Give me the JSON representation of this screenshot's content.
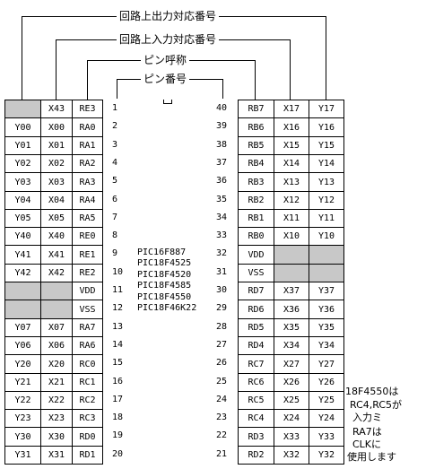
{
  "headers": {
    "circuit_output": "回路上出力対応番号",
    "circuit_input": "回路上入力対応番号",
    "pin_name": "ピン呼称",
    "pin_number": "ピン番号"
  },
  "chip_names": [
    "PIC16F887",
    "PIC18F4525",
    "PIC18F4520",
    "PIC18F4585",
    "PIC18F4550",
    "PIC18F46K22"
  ],
  "left_rows": [
    {
      "out": "",
      "inp": "X43",
      "name": "RE3",
      "pin": "1"
    },
    {
      "out": "Y00",
      "inp": "X00",
      "name": "RA0",
      "pin": "2"
    },
    {
      "out": "Y01",
      "inp": "X01",
      "name": "RA1",
      "pin": "3"
    },
    {
      "out": "Y02",
      "inp": "X02",
      "name": "RA2",
      "pin": "4"
    },
    {
      "out": "Y03",
      "inp": "X03",
      "name": "RA3",
      "pin": "5"
    },
    {
      "out": "Y04",
      "inp": "X04",
      "name": "RA4",
      "pin": "6"
    },
    {
      "out": "Y05",
      "inp": "X05",
      "name": "RA5",
      "pin": "7"
    },
    {
      "out": "Y40",
      "inp": "X40",
      "name": "RE0",
      "pin": "8"
    },
    {
      "out": "Y41",
      "inp": "X41",
      "name": "RE1",
      "pin": "9"
    },
    {
      "out": "Y42",
      "inp": "X42",
      "name": "RE2",
      "pin": "10"
    },
    {
      "out": "",
      "inp": "",
      "name": "VDD",
      "pin": "11"
    },
    {
      "out": "",
      "inp": "",
      "name": "VSS",
      "pin": "12"
    },
    {
      "out": "Y07",
      "inp": "X07",
      "name": "RA7",
      "pin": "13"
    },
    {
      "out": "Y06",
      "inp": "X06",
      "name": "RA6",
      "pin": "14"
    },
    {
      "out": "Y20",
      "inp": "X20",
      "name": "RC0",
      "pin": "15"
    },
    {
      "out": "Y21",
      "inp": "X21",
      "name": "RC1",
      "pin": "16"
    },
    {
      "out": "Y22",
      "inp": "X22",
      "name": "RC2",
      "pin": "17"
    },
    {
      "out": "Y23",
      "inp": "X23",
      "name": "RC3",
      "pin": "18"
    },
    {
      "out": "Y30",
      "inp": "X30",
      "name": "RD0",
      "pin": "19"
    },
    {
      "out": "Y31",
      "inp": "X31",
      "name": "RD1",
      "pin": "20"
    }
  ],
  "right_rows": [
    {
      "pin": "40",
      "name": "RB7",
      "inp": "X17",
      "out": "Y17"
    },
    {
      "pin": "39",
      "name": "RB6",
      "inp": "X16",
      "out": "Y16"
    },
    {
      "pin": "38",
      "name": "RB5",
      "inp": "X15",
      "out": "Y15"
    },
    {
      "pin": "37",
      "name": "RB4",
      "inp": "X14",
      "out": "Y14"
    },
    {
      "pin": "36",
      "name": "RB3",
      "inp": "X13",
      "out": "Y13"
    },
    {
      "pin": "35",
      "name": "RB2",
      "inp": "X12",
      "out": "Y12"
    },
    {
      "pin": "34",
      "name": "RB1",
      "inp": "X11",
      "out": "Y11"
    },
    {
      "pin": "33",
      "name": "RB0",
      "inp": "X10",
      "out": "Y10"
    },
    {
      "pin": "32",
      "name": "VDD",
      "inp": "",
      "out": ""
    },
    {
      "pin": "31",
      "name": "VSS",
      "inp": "",
      "out": ""
    },
    {
      "pin": "30",
      "name": "RD7",
      "inp": "X37",
      "out": "Y37"
    },
    {
      "pin": "29",
      "name": "RD6",
      "inp": "X36",
      "out": "Y36"
    },
    {
      "pin": "28",
      "name": "RD5",
      "inp": "X35",
      "out": "Y35"
    },
    {
      "pin": "27",
      "name": "RD4",
      "inp": "X34",
      "out": "Y34"
    },
    {
      "pin": "26",
      "name": "RC7",
      "inp": "X27",
      "out": "Y27"
    },
    {
      "pin": "25",
      "name": "RC6",
      "inp": "X26",
      "out": "Y26"
    },
    {
      "pin": "24",
      "name": "RC5",
      "inp": "X25",
      "out": "Y25"
    },
    {
      "pin": "23",
      "name": "RC4",
      "inp": "X24",
      "out": "Y24"
    },
    {
      "pin": "22",
      "name": "RD3",
      "inp": "X33",
      "out": "Y33"
    },
    {
      "pin": "21",
      "name": "RD2",
      "inp": "X32",
      "out": "Y32"
    }
  ],
  "note_lines": [
    "18F4550は",
    "RC4,RC5が",
    "入力ミ",
    "RA7は",
    "CLKに",
    "使用します"
  ]
}
